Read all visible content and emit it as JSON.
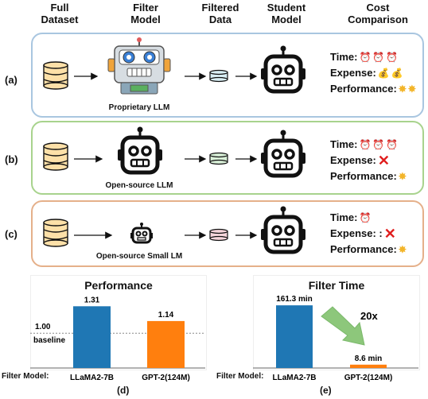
{
  "headers": {
    "full_dataset": "Full\nDataset",
    "filter_model": "Filter\nModel",
    "filtered_data": "Filtered\nData",
    "student_model": "Student\nModel",
    "cost_comparison": "Cost\nComparison"
  },
  "rows": [
    {
      "label": "(a)",
      "filter_caption": "Proprietary LLM",
      "time_label": "Time:",
      "expense_label": "Expense:",
      "performance_label": "Performance:",
      "colors": {
        "border": "#a9c6e0",
        "filtered_data": "#d8eef4"
      }
    },
    {
      "label": "(b)",
      "filter_caption": "Open-source LLM",
      "time_label": "Time:",
      "expense_label": "Expense:",
      "performance_label": "Performance:",
      "colors": {
        "border": "#a8d38d",
        "filtered_data": "#d9f0d8"
      }
    },
    {
      "label": "(c)",
      "filter_caption": "Open-source Small LM",
      "time_label": "Time:",
      "expense_label": "Expense: :",
      "performance_label": "Performance:",
      "colors": {
        "border": "#e5b08a",
        "filtered_data": "#f6d5da"
      }
    }
  ],
  "icons": {
    "clock": "alarm-clock-icon",
    "money": "money-bag-icon",
    "star": "star-icon",
    "cross": "red-cross-icon",
    "database": "database-icon",
    "robot": "robot-icon"
  },
  "chart_data": [
    {
      "type": "bar",
      "title": "Performance",
      "categories": [
        "LLaMA2-7B",
        "GPT-2(124M)"
      ],
      "values": [
        1.31,
        1.14
      ],
      "value_labels": [
        "1.31",
        "1.14"
      ],
      "baseline": {
        "value": 1.0,
        "label_value": "1.00",
        "label_text": "baseline"
      },
      "ylim": [
        0.6,
        1.45
      ],
      "axis_prefix": "Filter Model:",
      "panel_label": "(d)",
      "colors": [
        "#1f77b4",
        "#ff7f0e"
      ]
    },
    {
      "type": "bar",
      "title": "Filter Time",
      "categories": [
        "LLaMA2-7B",
        "GPT-2(124M)"
      ],
      "values": [
        161.3,
        8.6
      ],
      "value_labels": [
        "161.3 min",
        "8.6 min"
      ],
      "annotation": "20x",
      "ylim": [
        0,
        180
      ],
      "axis_prefix": "Filter Model:",
      "panel_label": "(e)",
      "colors": [
        "#1f77b4",
        "#ff7f0e"
      ]
    }
  ]
}
